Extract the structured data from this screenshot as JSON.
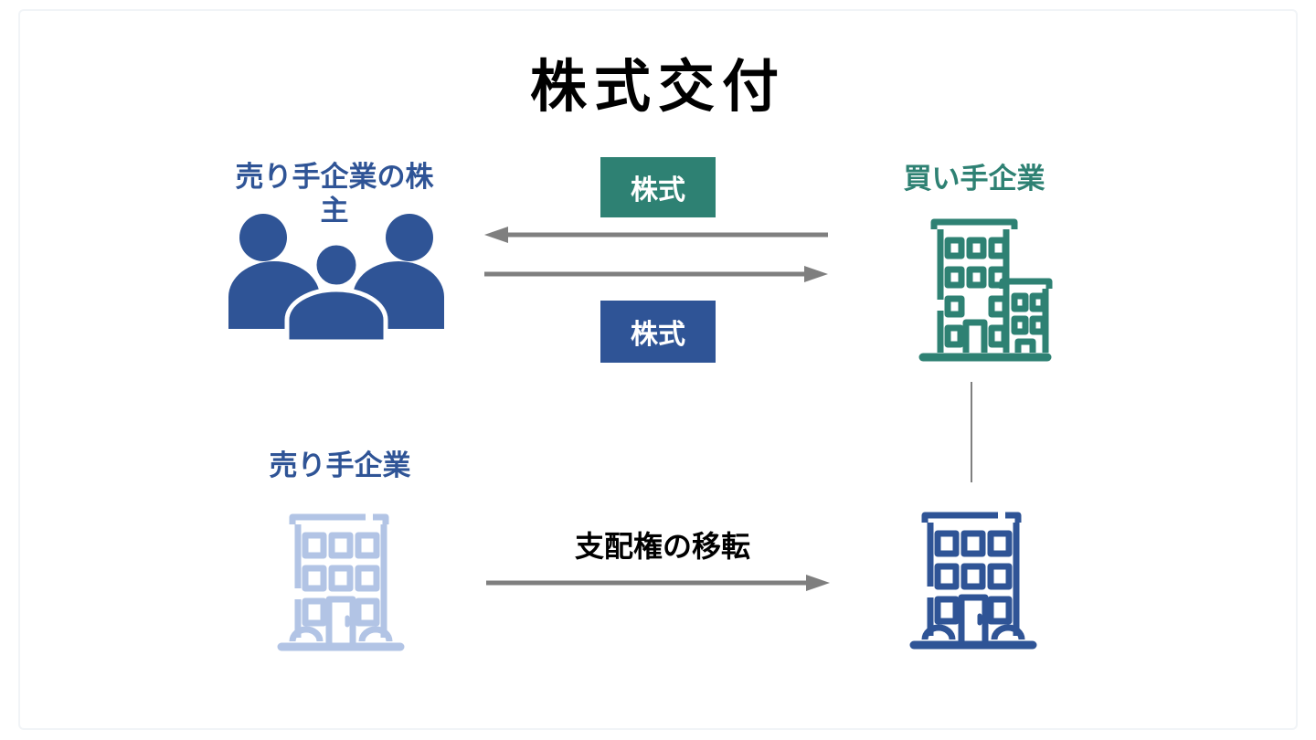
{
  "title": "株式交付",
  "colors": {
    "blue": "#2F5496",
    "teal": "#2E8173",
    "light_blue": "#B2C4E5",
    "gray": "#7F7F7F",
    "black": "#000000"
  },
  "nodes": {
    "seller_shareholders": {
      "label": "売り手企業の株主",
      "icon": "people-group-icon"
    },
    "buyer": {
      "label": "買い手企業",
      "icon": "office-building-icon"
    },
    "seller": {
      "label": "売り手企業",
      "icon": "apartment-building-icon"
    },
    "target": {
      "icon": "apartment-building-icon"
    }
  },
  "flows": {
    "shares_from_buyer": {
      "label": "株式",
      "direction": "left"
    },
    "shares_from_shareholders": {
      "label": "株式",
      "direction": "right"
    },
    "control_transfer": {
      "label": "支配権の移転",
      "direction": "right"
    }
  }
}
